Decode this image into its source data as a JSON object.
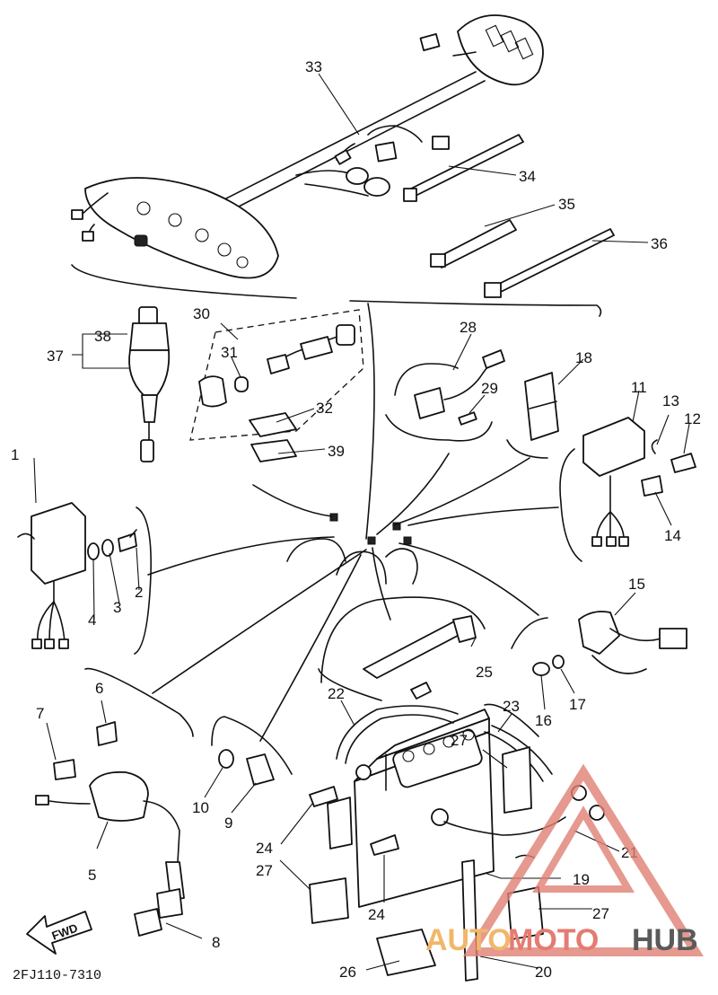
{
  "callouts": [
    "1",
    "2",
    "3",
    "4",
    "5",
    "6",
    "7",
    "8",
    "9",
    "10",
    "11",
    "12",
    "13",
    "14",
    "15",
    "16",
    "17",
    "18",
    "19",
    "20",
    "21",
    "22",
    "23",
    "24",
    "25",
    "26",
    "27",
    "28",
    "29",
    "30",
    "31",
    "32",
    "33",
    "34",
    "35",
    "36",
    "37",
    "38",
    "39"
  ],
  "diagram_code": "2FJ110-7310",
  "direction_arrow": "FWD",
  "watermark": {
    "part1": "AUTO",
    "part2": "MOTO",
    "part3": "HUB"
  }
}
